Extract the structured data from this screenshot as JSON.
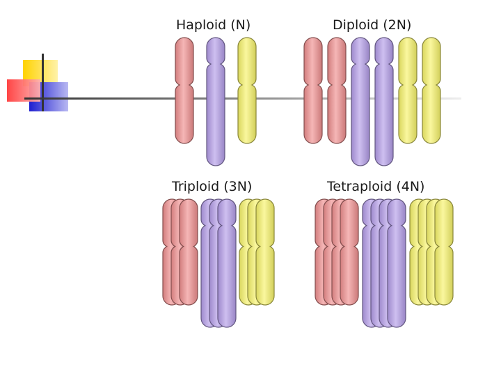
{
  "panels": [
    {
      "title": "Haploid (N)",
      "groups": [
        {
          "color": "#ef8e8e",
          "kind": "short"
        },
        {
          "color": "#b39ce8",
          "kind": "long"
        },
        {
          "color": "#f7f36a",
          "kind": "short"
        }
      ]
    },
    {
      "title": "Diploid (2N)",
      "groups": [
        {
          "color": "#ef8e8e",
          "kind": "short"
        },
        {
          "color": "#ef8e8e",
          "kind": "short"
        },
        {
          "color": "#b39ce8",
          "kind": "long"
        },
        {
          "color": "#b39ce8",
          "kind": "long"
        },
        {
          "color": "#f7f36a",
          "kind": "short"
        },
        {
          "color": "#f7f36a",
          "kind": "short"
        }
      ]
    },
    {
      "title": "Triploid (3N)",
      "groups": [
        {
          "color": "#ef8e8e",
          "kind": "short",
          "copies": 3
        },
        {
          "color": "#b39ce8",
          "kind": "long",
          "copies": 3
        },
        {
          "color": "#f7f36a",
          "kind": "short",
          "copies": 3
        }
      ]
    },
    {
      "title": "Tetraploid (4N)",
      "groups": [
        {
          "color": "#ef8e8e",
          "kind": "short",
          "copies": 4
        },
        {
          "color": "#b39ce8",
          "kind": "long",
          "copies": 4
        },
        {
          "color": "#f7f36a",
          "kind": "short",
          "copies": 4
        }
      ]
    }
  ],
  "decoration_colors": {
    "yellow": "#ffd200",
    "red": "#ff4d4d",
    "blue": "#2b2bd6",
    "line": "#333333"
  }
}
